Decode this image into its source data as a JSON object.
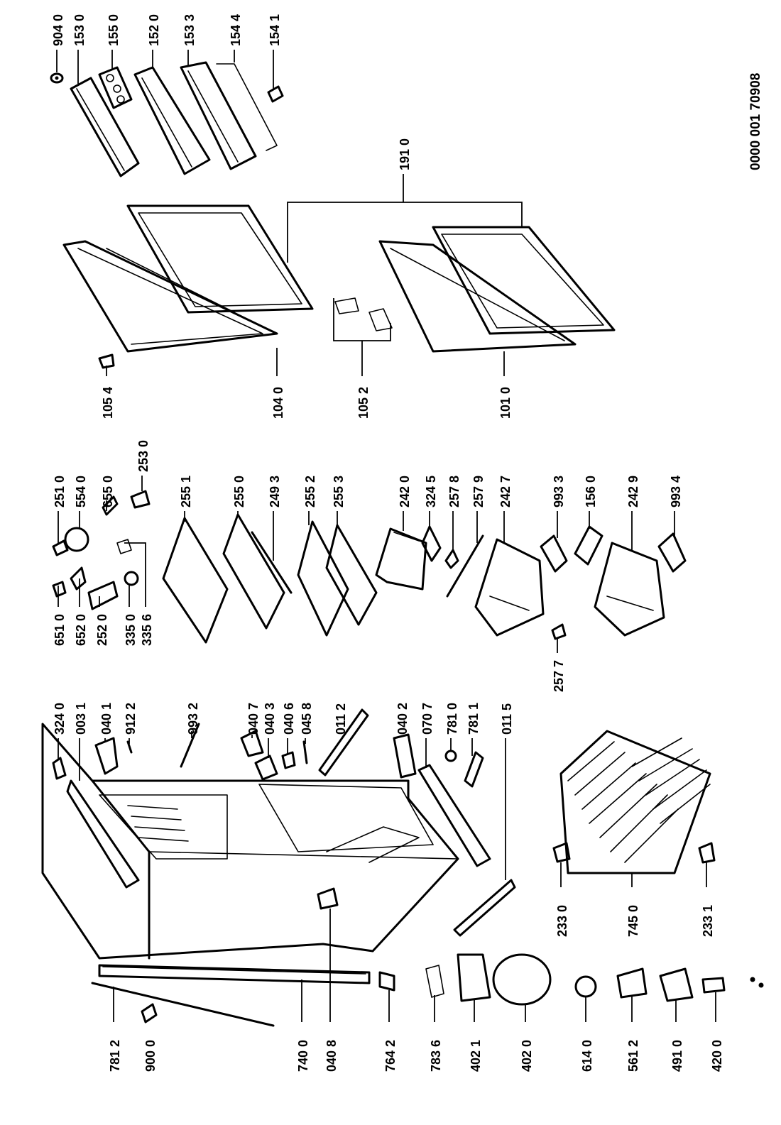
{
  "document_number": "0000 001 70908",
  "labels": {
    "p9040": "904 0",
    "p1530": "153 0",
    "p1550": "155 0",
    "p1520": "152 0",
    "p1533": "153 3",
    "p1544": "154 4",
    "p1541": "154 1",
    "p1910": "191 0",
    "p1054": "105 4",
    "p1040": "104 0",
    "p1052": "105 2",
    "p1010": "101 0",
    "p2510": "251 0",
    "p5540": "554 0",
    "p6550": "655 0",
    "p2530": "253 0",
    "p6510": "651 0",
    "p6520": "652 0",
    "p2520": "252 0",
    "p3350": "335 0",
    "p3356": "335 6",
    "p2551": "255 1",
    "p2550": "255 0",
    "p2493": "249 3",
    "p2552": "255 2",
    "p2553": "255 3",
    "p2420": "242 0",
    "p3245": "324 5",
    "p2578": "257 8",
    "p2579": "257 9",
    "p2427": "242 7",
    "p9933": "993 3",
    "p1560": "156 0",
    "p2429": "242 9",
    "p9934": "993 4",
    "p2577": "257 7",
    "p3240": "324 0",
    "p0031": "003 1",
    "p0401": "040 1",
    "p9122": "912 2",
    "p9932": "993 2",
    "p0407": "040 7",
    "p0403": "040 3",
    "p0406": "040 6",
    "p0458": "045 8",
    "p0112": "011 2",
    "p0402": "040 2",
    "p0707": "070 7",
    "p7810": "781 0",
    "p7811": "781 1",
    "p0115": "011 5",
    "p2330": "233 0",
    "p7450": "745 0",
    "p2331": "233 1",
    "p7812": "781 2",
    "p9000": "900 0",
    "p7400": "740 0",
    "p0408": "040 8",
    "p7642": "764 2",
    "p7836": "783 6",
    "p4021": "402 1",
    "p4020": "402 0",
    "p6140": "614 0",
    "p5612": "561 2",
    "p4910": "491 0",
    "p4200": "420 0"
  }
}
